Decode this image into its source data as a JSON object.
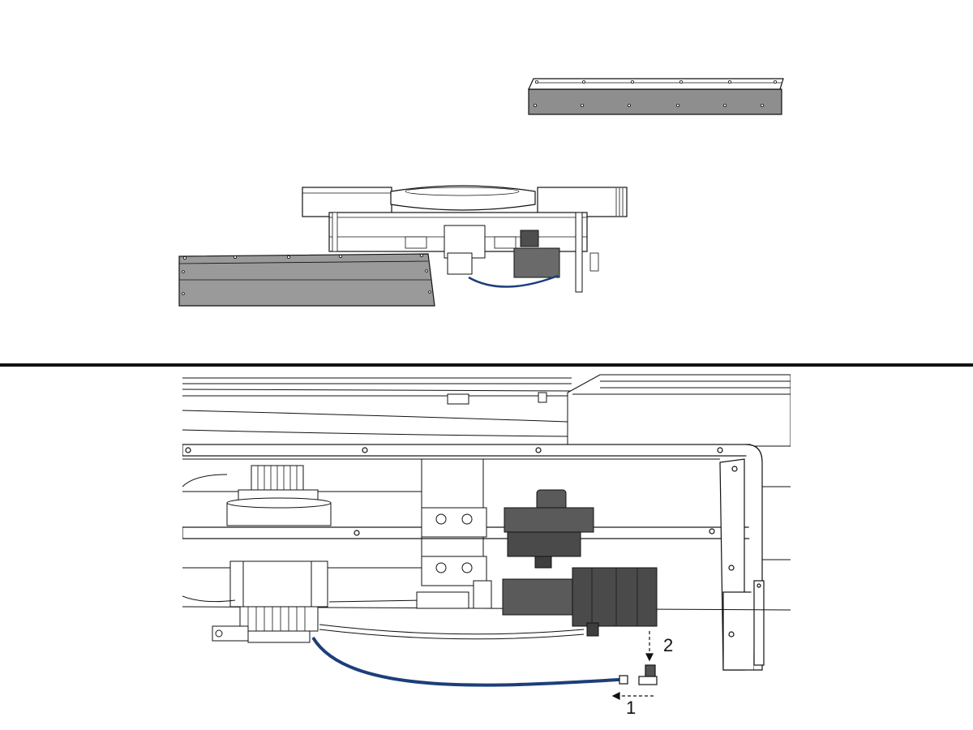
{
  "diagram": {
    "kind": "assembly-instruction",
    "colors": {
      "line": "#111111",
      "panel_fill": "#8e8e8e",
      "panel_fill_light": "#9a9a9a",
      "part_fill": "#5a5a5a",
      "part_dark": "#3e3e3e",
      "hose": "#1c3f7a",
      "background": "#ffffff"
    },
    "steps": [
      {
        "label": "1",
        "action": "connect-hose-to-fitting",
        "arrow": "left"
      },
      {
        "label": "2",
        "action": "install-elbow-fitting",
        "arrow": "down"
      }
    ]
  }
}
